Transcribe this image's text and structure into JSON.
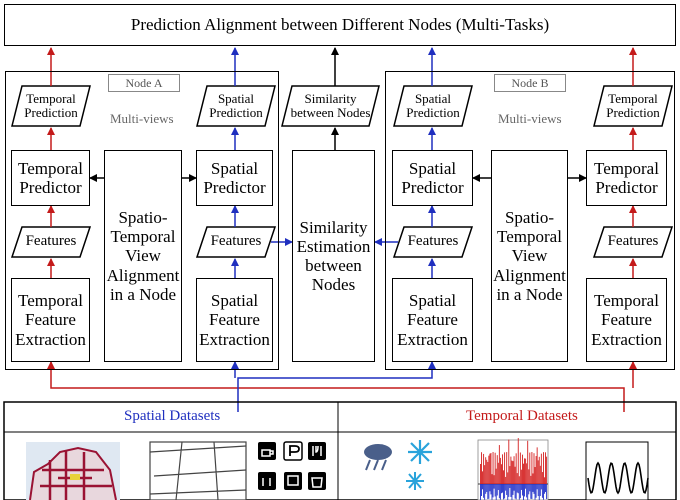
{
  "title": "Prediction Alignment between Different Nodes (Multi-Tasks)",
  "colors": {
    "spatial": "#1f2fbf",
    "temporal": "#c41a1a",
    "neutral": "#000000"
  },
  "node_a": {
    "tag": "Node A",
    "note": "Multi-views",
    "temporal_prediction": "Temporal\nPrediction",
    "spatial_prediction": "Spatial\nPrediction",
    "temporal_predictor": "Temporal\nPredictor",
    "spatial_predictor": "Spatial\nPredictor",
    "temporal_features": "Features",
    "spatial_features": "Features",
    "temporal_extraction": "Temporal\nFeature\nExtraction",
    "spatial_extraction": "Spatial\nFeature\nExtraction",
    "alignment": "Spatio-\nTemporal\nView\nAlignment\nin a Node"
  },
  "node_b": {
    "tag": "Node B",
    "note": "Multi-views",
    "temporal_prediction": "Temporal\nPrediction",
    "spatial_prediction": "Spatial\nPrediction",
    "temporal_predictor": "Temporal\nPredictor",
    "spatial_predictor": "Spatial\nPredictor",
    "temporal_features": "Features",
    "spatial_features": "Features",
    "temporal_extraction": "Temporal\nFeature\nExtraction",
    "spatial_extraction": "Spatial\nFeature\nExtraction",
    "alignment": "Spatio-\nTemporal\nView\nAlignment\nin a Node"
  },
  "similarity": {
    "output": "Similarity\nbetween Nodes",
    "estimation": "Similarity\nEstimation\nbetween\nNodes"
  },
  "datasets": {
    "spatial_label": "Spatial Datasets",
    "temporal_label": "Temporal Datasets",
    "poi_icons": [
      "coffee-icon",
      "parking-icon",
      "restaurant-icon",
      "restroom-icon",
      "transit-icon",
      "shopping-icon"
    ]
  }
}
